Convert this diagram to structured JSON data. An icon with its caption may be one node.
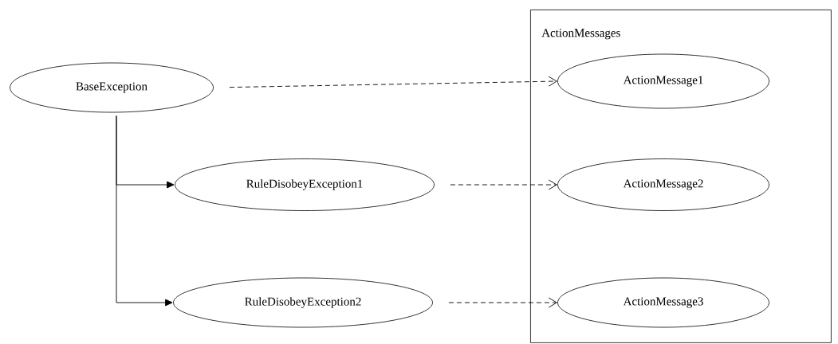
{
  "diagram": {
    "nodes": [
      {
        "text": [
          "BaseException"
        ]
      },
      {
        "text": [
          "RuleDisobeyException1"
        ]
      },
      {
        "text": [
          "RuleDisobeyException2"
        ]
      },
      {
        "text": [
          "ActionMessages"
        ]
      },
      {
        "text": [
          "ActionMessage1"
        ],
        "in": 3
      },
      {
        "text": [
          "ActionMessage2"
        ],
        "in": 3
      },
      {
        "text": [
          "ActionMessage3"
        ],
        "in": 3
      }
    ],
    "edges": [
      {
        "from": 0,
        "to": 1,
        "arrow": "to"
      },
      {
        "from": 0,
        "to": 2,
        "arrow": "to"
      },
      {
        "from": 0,
        "to": 4,
        "arrow": "to",
        "style": "dashed"
      },
      {
        "from": 1,
        "to": 5,
        "arrow": "to",
        "style": "dashed"
      },
      {
        "from": 2,
        "to": 6,
        "arrow": "to",
        "style": "dashed"
      }
    ]
  }
}
